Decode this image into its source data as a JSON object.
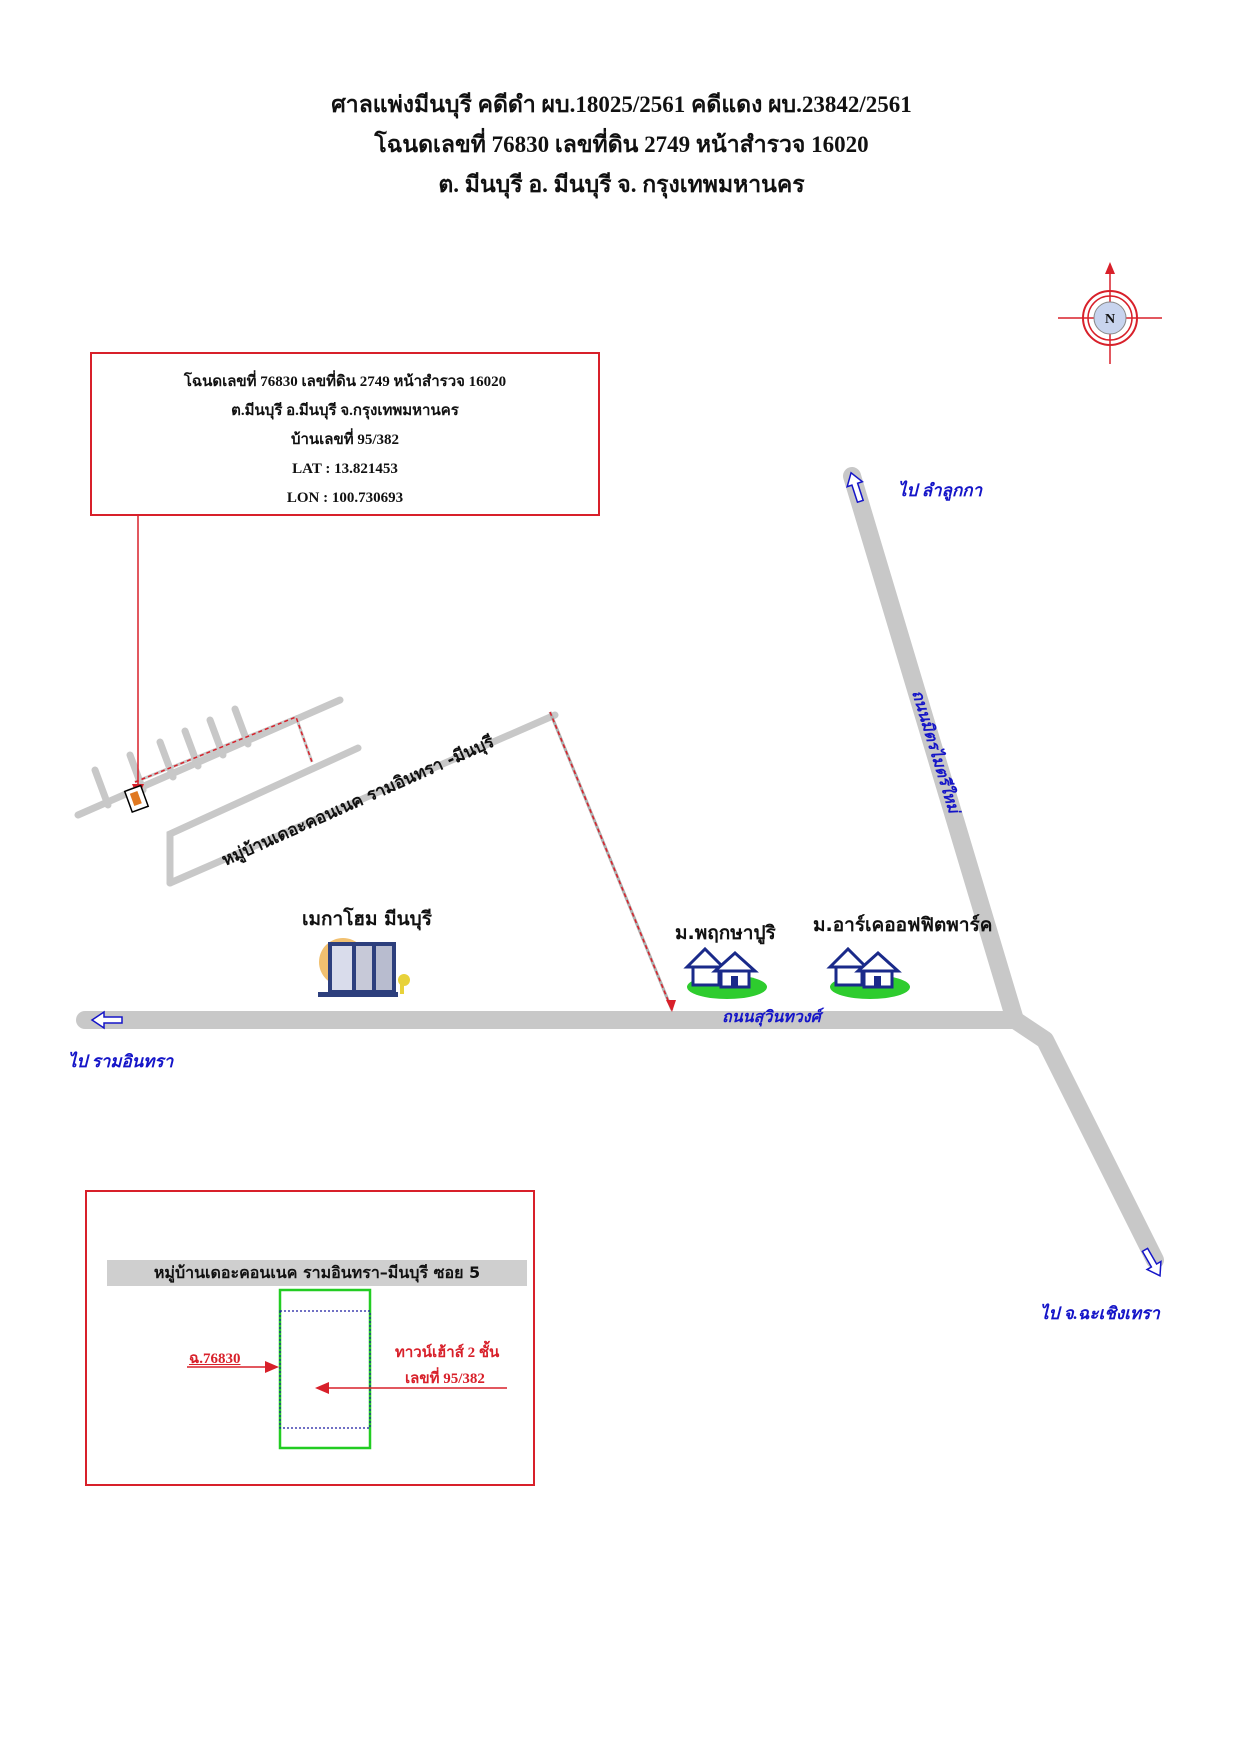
{
  "header": {
    "line1": "ศาลแพ่งมีนบุรี คดีดำ ผบ.18025/2561  คดีแดง ผบ.23842/2561",
    "line2": "โฉนดเลขที่ 76830 เลขที่ดิน 2749 หน้าสำรวจ 16020",
    "line3": "ต. มีนบุรี อ. มีนบุรี จ. กรุงเทพมหานคร"
  },
  "info_box": {
    "line1": "โฉนดเลขที่ 76830 เลขที่ดิน 2749 หน้าสำรวจ 16020",
    "line2": "ต.มีนบุรี อ.มีนบุรี จ.กรุงเทพมหานคร",
    "line3": "บ้านเลขที่ 95/382",
    "lat": "LAT : 13.821453",
    "lon": "LON : 100.730693"
  },
  "compass": {
    "label": "N"
  },
  "roads": {
    "main": "ถนนสุวินทวงศ์",
    "vertical": "ถนนมิตรไมตรีใหม่",
    "village": "หมู่บ้านเดอะคอนเนค รามอินทรา -มีนบุรี"
  },
  "directions": {
    "to_west": "ไป รามอินทรา",
    "to_north": "ไป ลำลูกกา",
    "to_southeast": "ไป จ.ฉะเชิงเทรา"
  },
  "landmarks": {
    "mega_home": "เมกาโฮม มีนบุรี",
    "village_a": "ม.พฤกษาปูริ",
    "village_b": "ม.อาร์เคออฟฟิตพาร์ค"
  },
  "inset": {
    "title": "หมู่บ้านเดอะคอนเนค รามอินทรา–มีนบุรี ซอย 5",
    "deed_label": "ฉ.76830",
    "house_line1": "ทาวน์เฮ้าส์ 2 ชั้น",
    "house_line2": "เลขที่ 95/382"
  },
  "colors": {
    "road": "#c8c8c8",
    "border_red": "#d8202a",
    "label_blue": "#1515c8",
    "plot_green": "#22cc22",
    "plot_dotted": "#1a1aa0"
  }
}
